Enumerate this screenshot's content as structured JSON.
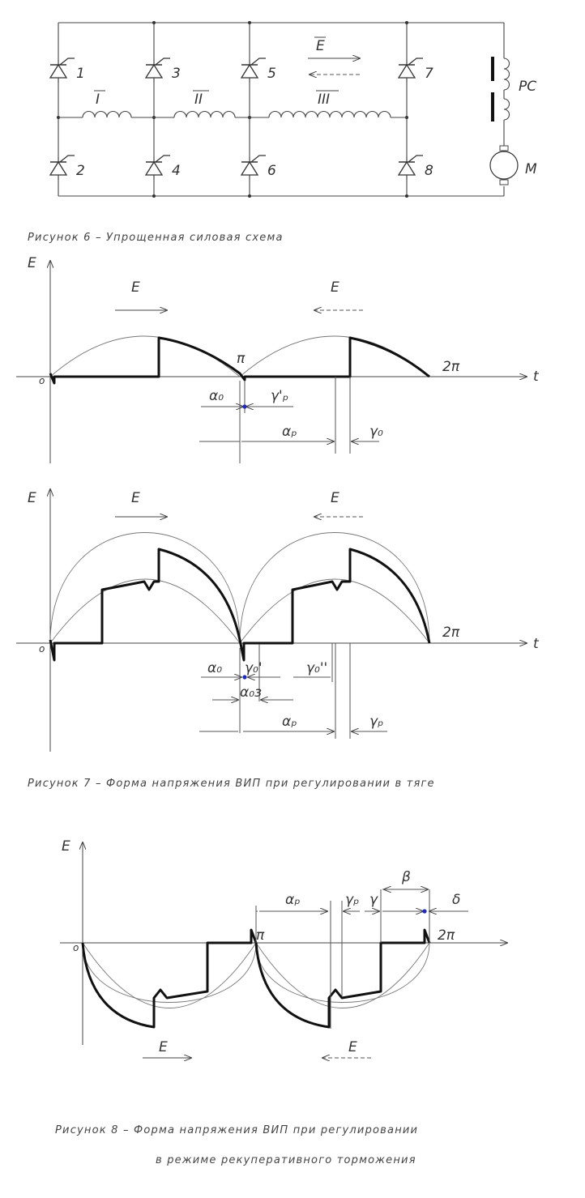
{
  "figure6": {
    "caption": "Рисунок 6 – Упрощенная силовая схема",
    "thyristors": [
      "1",
      "3",
      "5",
      "7",
      "2",
      "4",
      "6",
      "8"
    ],
    "windings": [
      "I",
      "II",
      "III"
    ],
    "emf": "E",
    "reactor": "PC",
    "motor": "M"
  },
  "figure7": {
    "caption": "Рисунок 7 – Форма напряжения ВИП при регулировании в тяге",
    "graph_a": {
      "axis_y": "E",
      "axis_x": "t",
      "origin": "o",
      "pi": "π",
      "two_pi": "2π",
      "emf1": "E",
      "emf2": "E",
      "alpha0": "α₀",
      "gamma_p_prime": "γ'ₚ",
      "alpha_p": "αₚ",
      "gamma_0": "γ₀"
    },
    "graph_b": {
      "axis_y": "E",
      "axis_x": "t",
      "origin": "o",
      "two_pi": "2π",
      "emf1": "E",
      "emf2": "E",
      "alpha0": "α₀",
      "gamma0_prime": "γ₀'",
      "gamma0_dprime": "γ₀''",
      "alpha03": "α₀з",
      "alpha_p": "αₚ",
      "gamma_p": "γₚ"
    }
  },
  "figure8": {
    "caption_line1": "Рисунок 8 – Форма напряжения ВИП при регулировании",
    "caption_line2": "в режиме рекуперативного торможения",
    "axis_y": "E",
    "origin": "o",
    "pi": "π",
    "two_pi": "2π",
    "alpha_p": "αₚ",
    "gamma_p": "γₚ",
    "gamma": "γ",
    "beta": "β",
    "delta": "δ",
    "emf1": "E",
    "emf2": "E"
  }
}
